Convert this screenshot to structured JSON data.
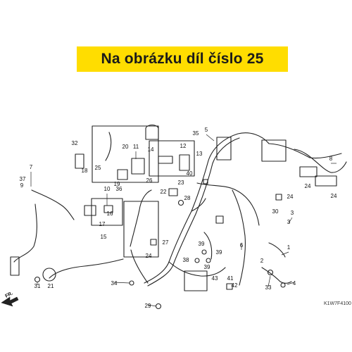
{
  "banner": {
    "text": "Na obrázku díl číslo 25",
    "color": "#ffdd00"
  },
  "diagram": {
    "code": "K1W7F4100",
    "direction_label": "FR.",
    "callouts": [
      "1",
      "2",
      "3",
      "3",
      "4",
      "5",
      "6",
      "7",
      "8",
      "9",
      "10",
      "11",
      "12",
      "13",
      "14",
      "15",
      "16",
      "17",
      "18",
      "19",
      "20",
      "21",
      "22",
      "23",
      "24",
      "24",
      "24",
      "24",
      "25",
      "26",
      "27",
      "28",
      "29",
      "30",
      "31",
      "32",
      "33",
      "34",
      "35",
      "36",
      "37",
      "38",
      "39",
      "39",
      "39",
      "40",
      "41",
      "42",
      "43"
    ],
    "line_color": "#222222"
  }
}
